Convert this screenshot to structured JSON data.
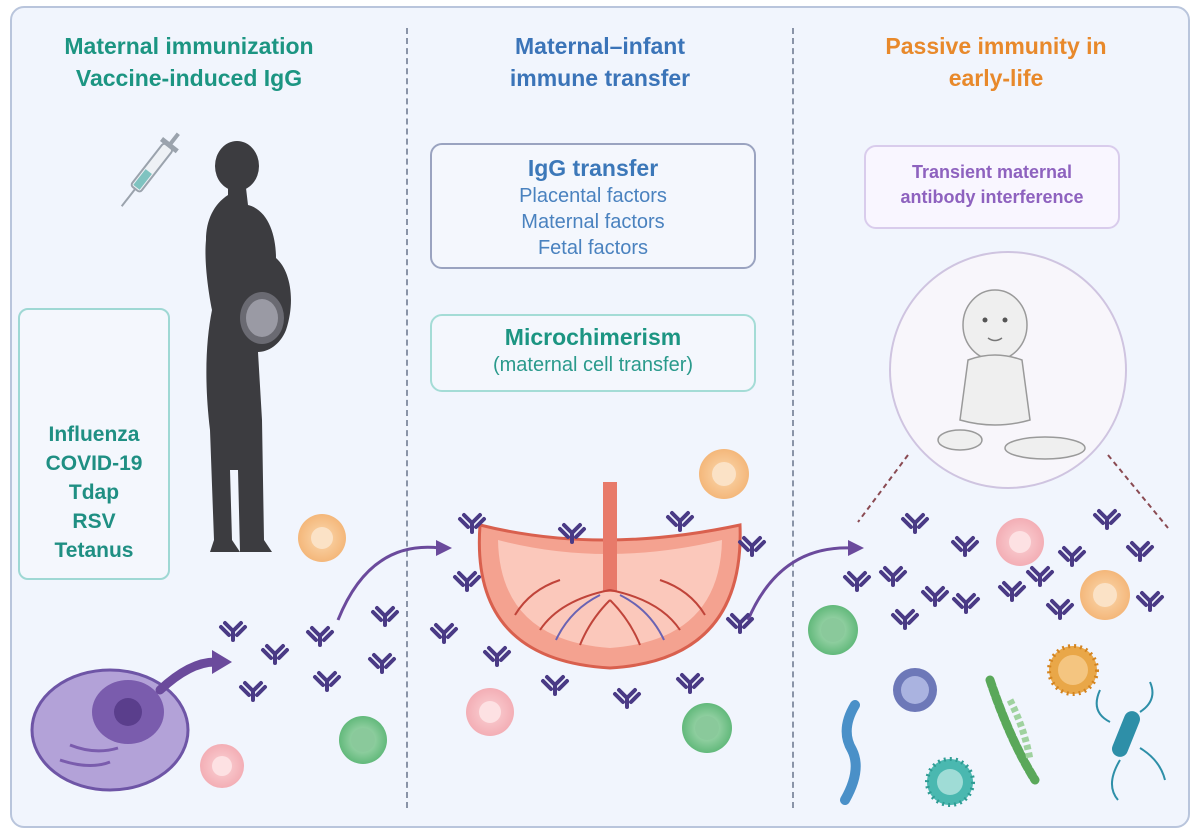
{
  "panels": {
    "left": {
      "title_line1": "Maternal immunization",
      "title_line2": "Vaccine-induced IgG",
      "vaccines": [
        "Influenza",
        "COVID-19",
        "Tdap",
        "RSV",
        "Tetanus"
      ]
    },
    "middle": {
      "title_line1": "Maternal–infant",
      "title_line2": "immune transfer",
      "igg_box": {
        "heading": "IgG transfer",
        "items": [
          "Placental factors",
          "Maternal factors",
          "Fetal factors"
        ]
      },
      "micro_box": {
        "heading": "Microchimerism",
        "subtitle": "(maternal cell transfer)"
      }
    },
    "right": {
      "title_line1": "Passive immunity in",
      "title_line2": "early-life",
      "interference_line1": "Transient maternal",
      "interference_line2": "antibody interference"
    }
  },
  "colors": {
    "green_title": "#1c9582",
    "blue_title": "#3b74b8",
    "orange_title": "#e8892b",
    "antibody": "#4a3a85",
    "arrow": "#6b4a9c",
    "placenta": "#f08a7a"
  },
  "icons": [
    "syringe-icon",
    "pregnant-woman-icon",
    "vaccine-vial-icon",
    "plasma-cell-icon",
    "placenta-icon",
    "infant-icon",
    "antibody-icon",
    "immune-cell-icon",
    "virus-icon",
    "bacteria-icon"
  ]
}
